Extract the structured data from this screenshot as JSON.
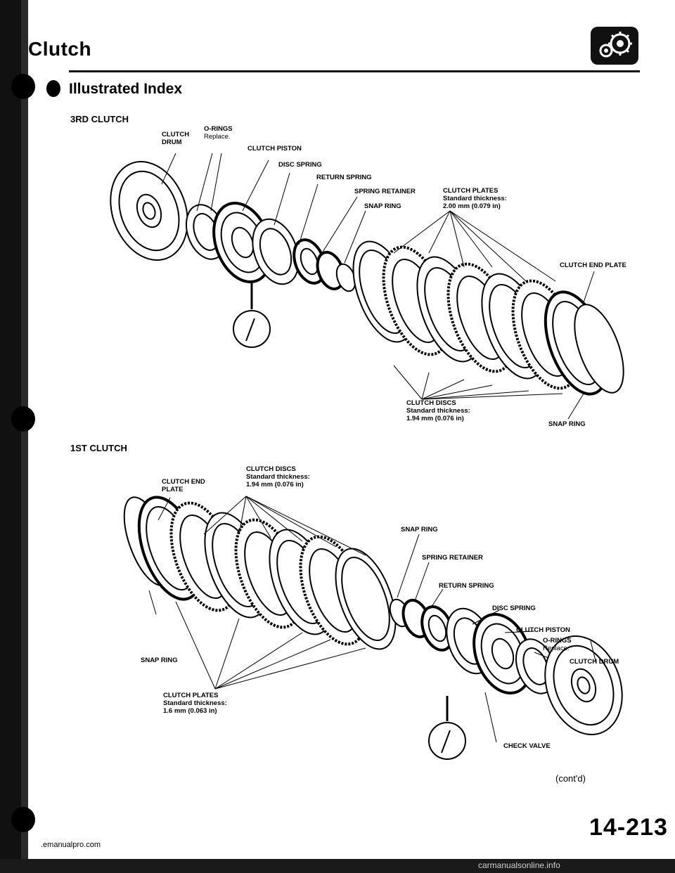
{
  "header": {
    "title": "Clutch",
    "logo_icon": "gear-drive-icon"
  },
  "section": {
    "title": "Illustrated Index"
  },
  "third": {
    "title": "3RD CLUTCH",
    "drum": [
      "CLUTCH",
      "DRUM"
    ],
    "orings": [
      "O-RINGS",
      "Replace."
    ],
    "piston": "CLUTCH PISTON",
    "disc_spring": "DISC SPRING",
    "return_spring": "RETURN SPRING",
    "spring_retainer": "SPRING RETAINER",
    "snap_ring_top": "SNAP RING",
    "plates": [
      "CLUTCH PLATES",
      "Standard thickness:",
      "2.00 mm (0.079 in)"
    ],
    "end_plate": "CLUTCH END PLATE",
    "discs": [
      "CLUTCH DISCS",
      "Standard thickness:",
      "1.94 mm (0.076 in)"
    ],
    "snap_ring_bottom": "SNAP RING"
  },
  "first": {
    "title": "1ST CLUTCH",
    "end_plate": [
      "CLUTCH END",
      "PLATE"
    ],
    "discs": [
      "CLUTCH DISCS",
      "Standard thickness:",
      "1.94 mm (0.076 in)"
    ],
    "snap_ring_top": "SNAP RING",
    "spring_retainer": "SPRING RETAINER",
    "return_spring": "RETURN SPRING",
    "disc_spring": "DISC SPRING",
    "piston": "CLUTCH PISTON",
    "orings": [
      "O-RINGS",
      "Replace."
    ],
    "drum": "CLUTCH DRUM",
    "snap_ring_left": "SNAP RING",
    "plates": [
      "CLUTCH PLATES",
      "Standard thickness:",
      "1.6 mm (0.063 in)"
    ],
    "check_valve": "CHECK VALVE"
  },
  "footer": {
    "cont": "(cont'd)",
    "page_number": "14-213",
    "url": ".emanualpro.com",
    "watermark": "carmanualsonline.info"
  }
}
